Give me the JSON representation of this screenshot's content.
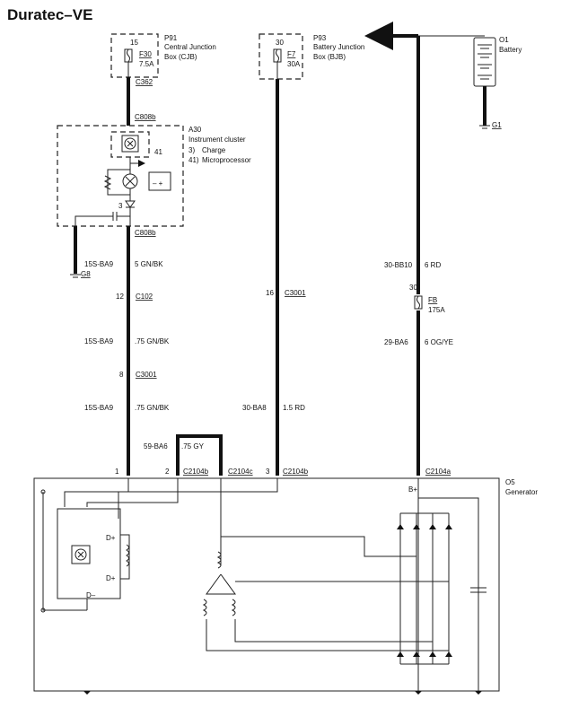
{
  "title": "Duratec–VE",
  "components": {
    "p91": {
      "id": "P91",
      "line1": "Central Junction",
      "line2": "Box (CJB)",
      "pin": "15",
      "fuse": "F30",
      "rating": "7.5A",
      "connector": "C362"
    },
    "p93": {
      "id": "P93",
      "line1": "Battery Junction",
      "line2": "Box (BJB)",
      "pin": "30",
      "fuse": "F7",
      "rating": "30A"
    },
    "o1": {
      "id": "O1",
      "name": "Battery"
    },
    "g1": {
      "id": "G1"
    },
    "a30": {
      "id": "A30",
      "name": "Instrument cluster",
      "pin_in": "41",
      "item3": "3)",
      "item3_text": "Charge",
      "item41": "41)",
      "item41_text": "Microprocessor",
      "pin3": "3",
      "connector_top": "C808b",
      "connector_bottom": "C808b"
    },
    "g8": {
      "id": "G8"
    },
    "fb": {
      "pin": "30",
      "fuse": "FB",
      "rating": "175A"
    },
    "o5": {
      "id": "O5",
      "name": "Generator",
      "bplus": "B+",
      "dplus": "D+",
      "dminus": "D–"
    }
  },
  "wires": [
    {
      "circuit": "15S-BA9",
      "spec": "5 GN/BK"
    },
    {
      "circuit": "15S-BA9",
      "spec": ".75 GN/BK"
    },
    {
      "circuit": "15S-BA9",
      "spec": ".75 GN/BK"
    },
    {
      "circuit": "30-BA8",
      "spec": "1.5 RD"
    },
    {
      "circuit": "59-BA6",
      "spec": ".75 GY"
    },
    {
      "circuit": "30-BB10",
      "spec": "6 RD"
    },
    {
      "circuit": "29-BA6",
      "spec": "6 OG/YE"
    }
  ],
  "connectors": {
    "c102": {
      "pin": "12",
      "name": "C102"
    },
    "c3001a": {
      "pin": "8",
      "name": "C3001"
    },
    "c3001b": {
      "pin": "16",
      "name": "C3001"
    },
    "gen_pin1": "1",
    "gen_pin2": "2",
    "gen_pin3": "3",
    "c2104b_1": "C2104b",
    "c2104c": "C2104c",
    "c2104b_2": "C2104b",
    "c2104a": "C2104a"
  }
}
